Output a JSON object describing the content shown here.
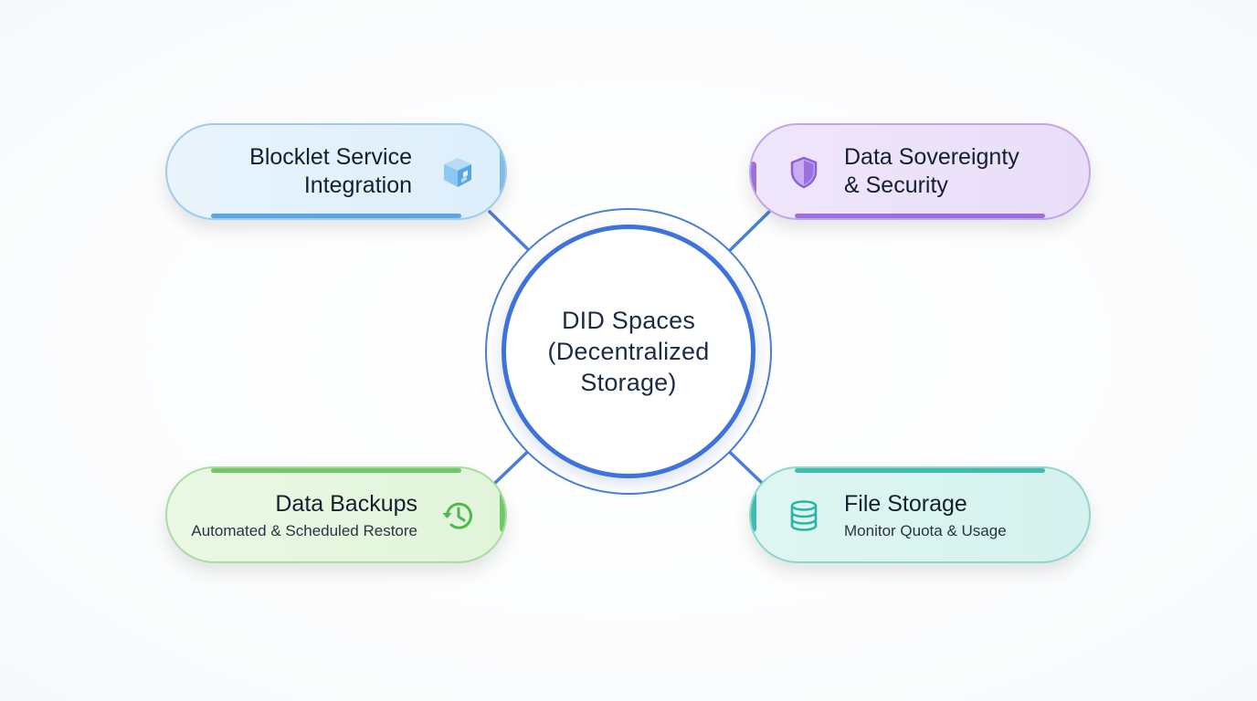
{
  "hub": {
    "line1": "DID Spaces",
    "line2": "(Decentralized",
    "line3": "Storage)",
    "color": "#3f73db"
  },
  "nodes": {
    "blocklet": {
      "title_line1": "Blocklet Service",
      "title_line2": "Integration",
      "icon": "cube-icon",
      "color": "#5aa6e3"
    },
    "sovereignty": {
      "title_line1": "Data Sovereignty",
      "title_line2": "& Security",
      "icon": "shield-icon",
      "color": "#9b6fdd"
    },
    "backups": {
      "title": "Data Backups",
      "subtitle": "Automated & Scheduled Restore",
      "icon": "history-clock-icon",
      "color": "#6fca66"
    },
    "file_storage": {
      "title": "File Storage",
      "subtitle": "Monitor Quota & Usage",
      "icon": "database-icon",
      "color": "#3fbcae"
    }
  }
}
